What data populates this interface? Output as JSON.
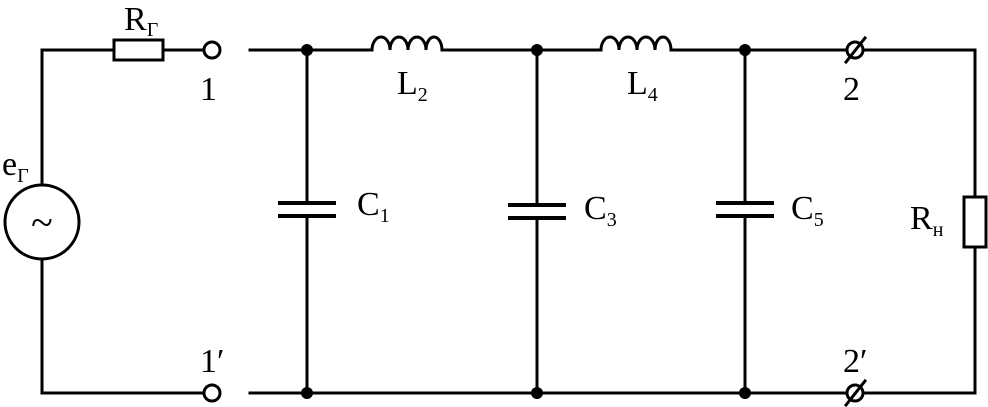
{
  "source": {
    "label": "e",
    "sub": "Г",
    "symbol": "~"
  },
  "source_resistor": {
    "label": "R",
    "sub": "Г"
  },
  "load_resistor": {
    "label": "R",
    "sub": "н"
  },
  "ports": {
    "in_top": "1",
    "in_bottom": "1′",
    "out_top": "2",
    "out_bottom": "2′"
  },
  "inductors": [
    {
      "label": "L",
      "sub": "2"
    },
    {
      "label": "L",
      "sub": "4"
    }
  ],
  "capacitors": [
    {
      "label": "C",
      "sub": "1"
    },
    {
      "label": "C",
      "sub": "3"
    },
    {
      "label": "C",
      "sub": "5"
    }
  ]
}
